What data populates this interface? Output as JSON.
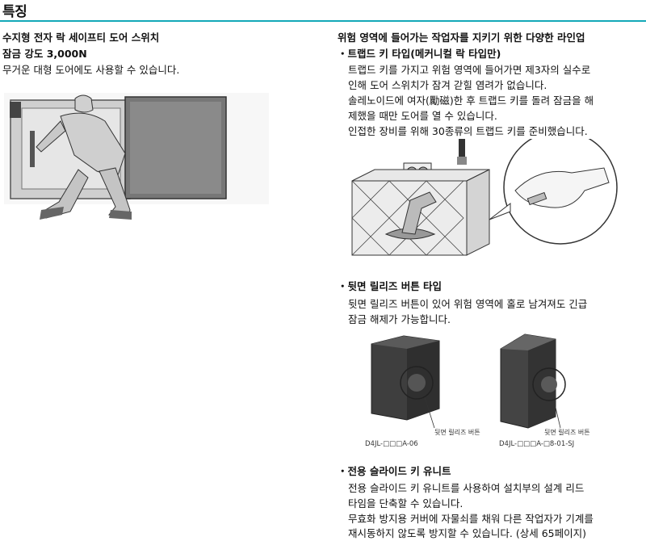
{
  "heading": "특징",
  "left": {
    "title": "수지형 전자 락 세이프티 도어 스위치",
    "strength": "잠금 강도 3,000N",
    "desc": "무거운 대형 도어에도 사용할 수 있습니다."
  },
  "right": {
    "title": "위험 영역에 들어가는 작업자를 지키기 위한 다양한 라인업",
    "trapped": {
      "title": "・트랩드 키 타입(메커니컬 락 타입만)",
      "lines": [
        "트랩드 키를 가지고 위험 영역에 들어가면 제3자의 실수로",
        "인해 도어 스위치가 잠겨 갇힐 염려가 없습니다.",
        "솔레노이드에 여자(勵磁)한 후 트랩드 키를 돌려 잠금을 해",
        "제했을 때만 도어를 열 수 있습니다.",
        "인접한 장비를 위해 30종류의 트랩드 키를 준비했습니다."
      ]
    },
    "rear": {
      "title": "・뒷면 릴리즈 버튼 타입",
      "lines": [
        "뒷면 릴리즈 버튼이 있어 위험 영역에 홀로 남겨져도 긴급",
        "잠금 해제가 가능합니다."
      ],
      "caption1": "뒷면 릴리즈 버튼",
      "caption2": "뒷면 릴리즈 버튼",
      "part1": "D4JL-□□□A-06",
      "part2": "D4JL-□□□A-□8-01-SJ"
    },
    "slide": {
      "title": "・전용 슬라이드 키 유니트",
      "lines": [
        "전용 슬라이드 키 유니트를 사용하여 설치부의 설계 리드",
        "타임을 단축할 수 있습니다.",
        "무효화 방지용 커버에 자물쇠를 채워 다른 작업자가 기계를",
        "재시동하지 않도록 방지할 수 있습니다. (상세 65페이지)"
      ]
    }
  },
  "colors": {
    "rule": "#13a8b8"
  }
}
